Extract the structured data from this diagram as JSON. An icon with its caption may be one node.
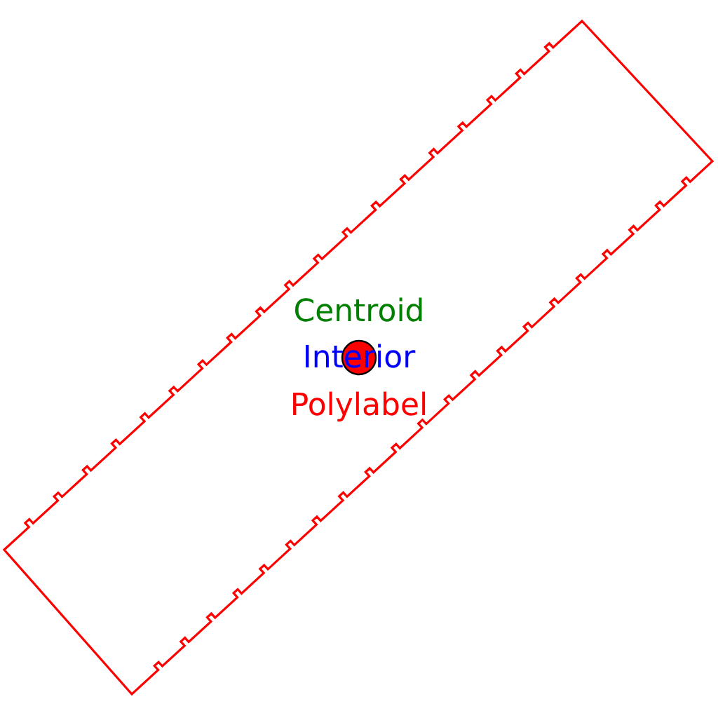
{
  "diagram": {
    "labels": [
      "Centroid",
      "Interior",
      "Polylabel"
    ]
  }
}
